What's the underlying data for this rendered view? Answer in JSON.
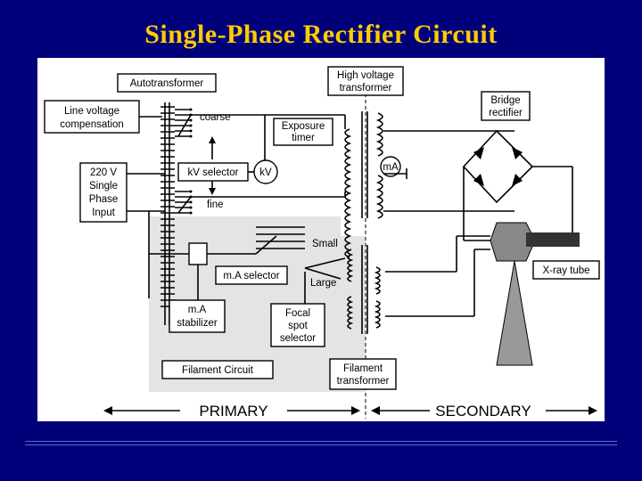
{
  "slide": {
    "title": "Single-Phase Rectifier Circuit"
  },
  "diagram": {
    "labels": {
      "autotransformer": "Autotransformer",
      "line_voltage_comp_1": "Line voltage",
      "line_voltage_comp_2": "compensation",
      "coarse": "coarse",
      "fine": "fine",
      "input_1": "220 V",
      "input_2": "Single",
      "input_3": "Phase",
      "input_4": "Input",
      "kv_selector": "kV selector",
      "kv_meter": "kV",
      "hv_transformer_1": "High voltage",
      "hv_transformer_2": "transformer",
      "exposure_timer_1": "Exposure",
      "exposure_timer_2": "timer",
      "ma_meter": "mA",
      "bridge_rectifier_1": "Bridge",
      "bridge_rectifier_2": "rectifier",
      "small": "Small",
      "large": "Large",
      "ma_selector": "m.A selector",
      "xray_tube": "X-ray tube",
      "ma_stabilizer_1": "m.A",
      "ma_stabilizer_2": "stabilizer",
      "focal_spot_1": "Focal",
      "focal_spot_2": "spot",
      "focal_spot_3": "selector",
      "filament_circuit": "Filament Circuit",
      "filament_transformer_1": "Filament",
      "filament_transformer_2": "transformer",
      "primary": "PRIMARY",
      "secondary": "SECONDARY"
    }
  }
}
